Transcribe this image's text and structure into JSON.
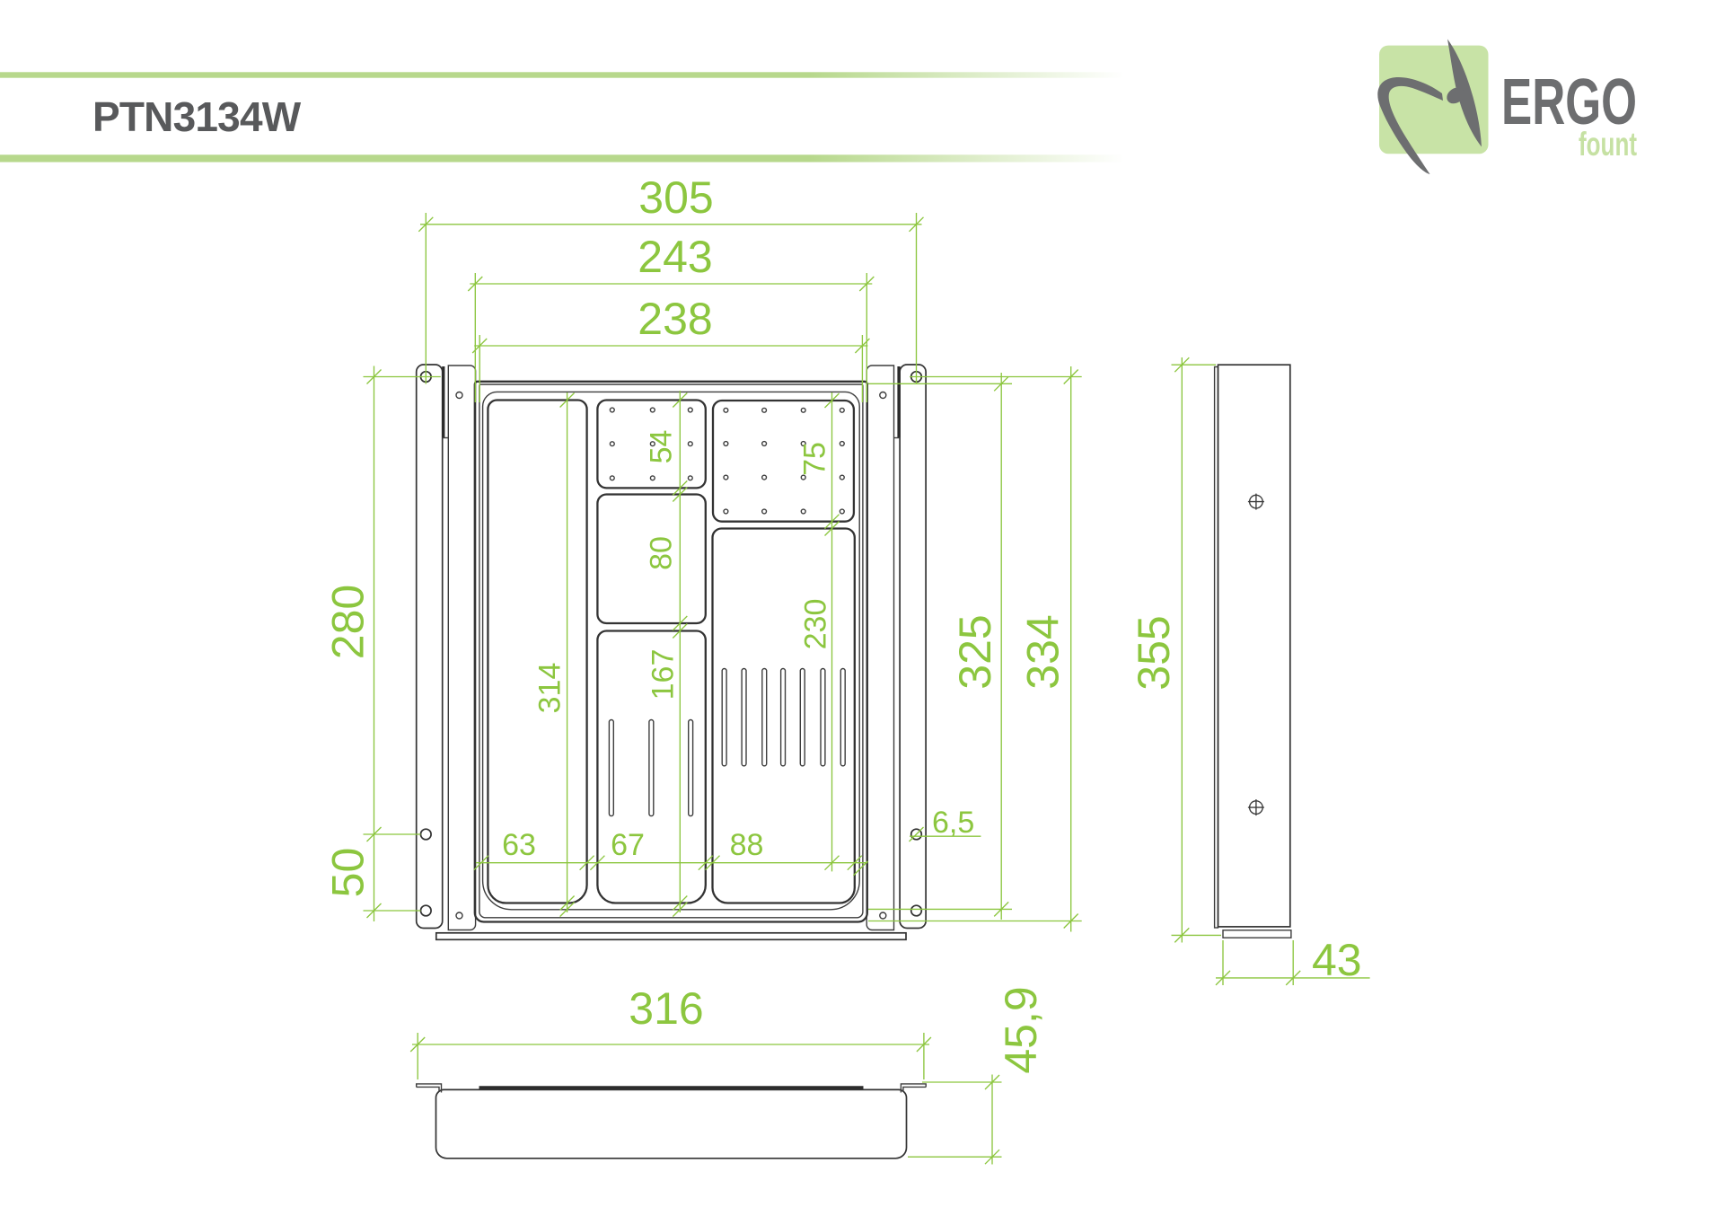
{
  "header": {
    "product_code": "PTN3134W"
  },
  "logo": {
    "brand": "ERGO",
    "sub_brand": "fount"
  },
  "colors": {
    "dimension_green": "#8CC63F",
    "header_bar_green": "#B7D88C",
    "logo_square_green": "#C8E3A6",
    "logo_mark_gray": "#6D6E70",
    "title_gray": "#58595B",
    "drawing_line": "#333333"
  },
  "dimensions": {
    "front": {
      "overall_width": "305",
      "tray_outer_width": "243",
      "tray_inner_width": "238",
      "bracket_hole_spacing": "280",
      "bracket_hole_bottom_offset": "50",
      "left_compartment_length": "314",
      "mid_top_compartment_length": "54",
      "mid_middle_compartment_length": "80",
      "mid_bottom_compartment_length": "167",
      "right_top_compartment_length": "75",
      "right_bottom_compartment_length": "230",
      "left_compartment_width": "63",
      "mid_compartment_width": "67",
      "right_compartment_width": "88",
      "hole_diameter": "6,5",
      "tray_height": "325",
      "overall_height": "334"
    },
    "side": {
      "overall_height": "355",
      "depth": "43"
    },
    "bottom": {
      "overall_width": "316",
      "overall_thickness": "45,9"
    }
  }
}
